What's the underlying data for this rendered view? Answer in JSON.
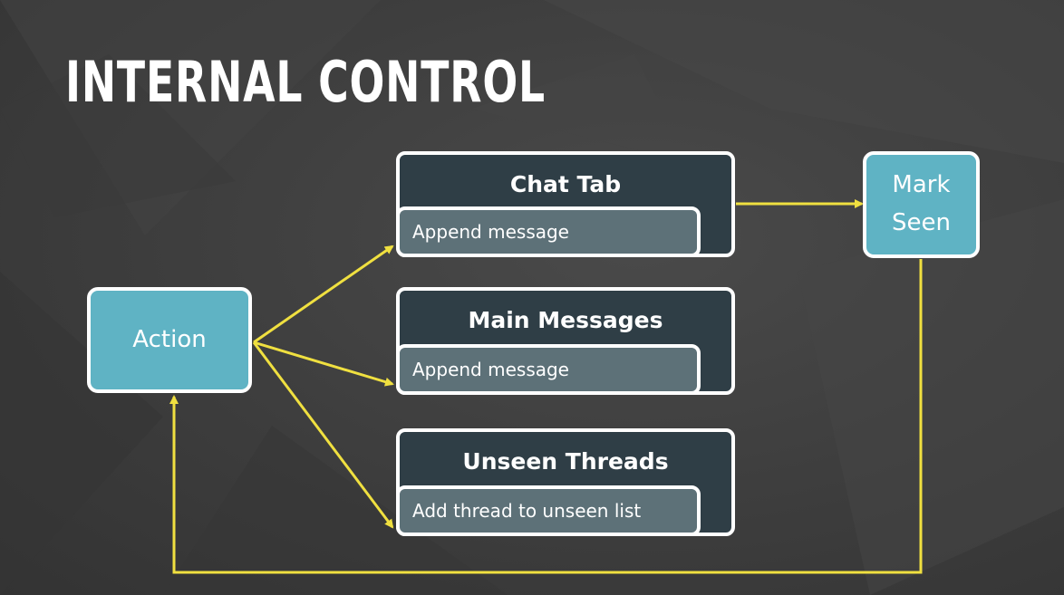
{
  "slide": {
    "title": "INTERNAL CONTROL"
  },
  "diagram": {
    "action": {
      "label": "Action"
    },
    "mark_seen": {
      "label": "Mark\nSeen"
    },
    "stores": [
      {
        "title": "Chat Tab",
        "handler": "Append message"
      },
      {
        "title": "Main Messages",
        "handler": "Append message"
      },
      {
        "title": "Unseen Threads",
        "handler": "Add thread to unseen list"
      }
    ],
    "colors": {
      "background": "#3c3c3c",
      "node_fill": "#5fb3c4",
      "store_fill": "#2f3e46",
      "handler_fill": "#5d7178",
      "arrow": "#f0e040",
      "border": "#ffffff"
    }
  }
}
